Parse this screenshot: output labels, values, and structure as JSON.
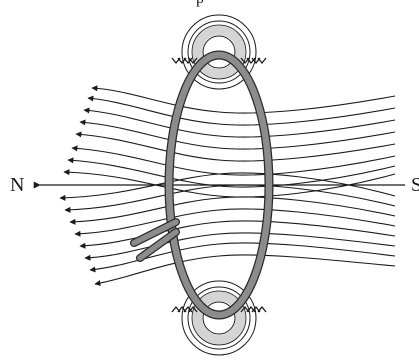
{
  "labels": {
    "north": "N",
    "south": "S",
    "top_cut": "p"
  },
  "colors": {
    "stroke": "#1a1a1a",
    "loop_fill": "#8c8c8c",
    "loop_edge": "#2b2b2b",
    "halo": "#d4d4d4"
  },
  "icons": {
    "field_arrow": "arrowhead-icon",
    "current_loop": "wire-loop"
  }
}
